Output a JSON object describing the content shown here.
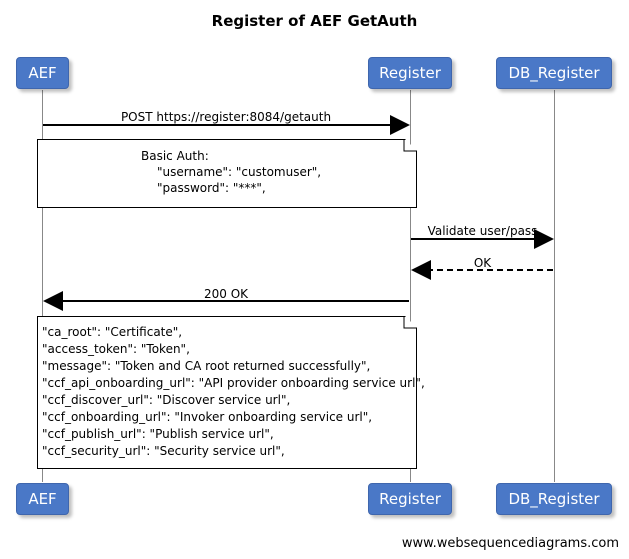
{
  "title": "Register of AEF GetAuth",
  "participants": [
    "AEF",
    "Register",
    "DB_Register"
  ],
  "messages": [
    {
      "from": "AEF",
      "to": "Register",
      "label": "POST https://register:8084/getauth",
      "style": "solid"
    },
    {
      "from": "Register",
      "to": "DB_Register",
      "label": "Validate user/pass",
      "style": "solid"
    },
    {
      "from": "DB_Register",
      "to": "Register",
      "label": "OK",
      "style": "dashed"
    },
    {
      "from": "Register",
      "to": "AEF",
      "label": "200 OK",
      "style": "solid"
    }
  ],
  "note1": {
    "lines": [
      "Basic Auth:",
      "\"username\": \"customuser\",",
      "\"password\": \"***\","
    ]
  },
  "note2": {
    "lines": [
      "\"ca_root\": \"Certificate\",",
      "\"access_token\": \"Token\",",
      "\"message\": \"Token and CA root returned successfully\",",
      "\"ccf_api_onboarding_url\": \"API provider onboarding service url\",",
      "\"ccf_discover_url\": \"Discover service url\",",
      "\"ccf_onboarding_url\": \"Invoker onboarding service url\",",
      "\"ccf_publish_url\": \"Publish service url\",",
      "\"ccf_security_url\": \"Security service url\","
    ]
  },
  "footer": "www.websequencediagrams.com",
  "colors": {
    "actor_fill": "#4a78c7",
    "actor_text": "#ffffff"
  }
}
